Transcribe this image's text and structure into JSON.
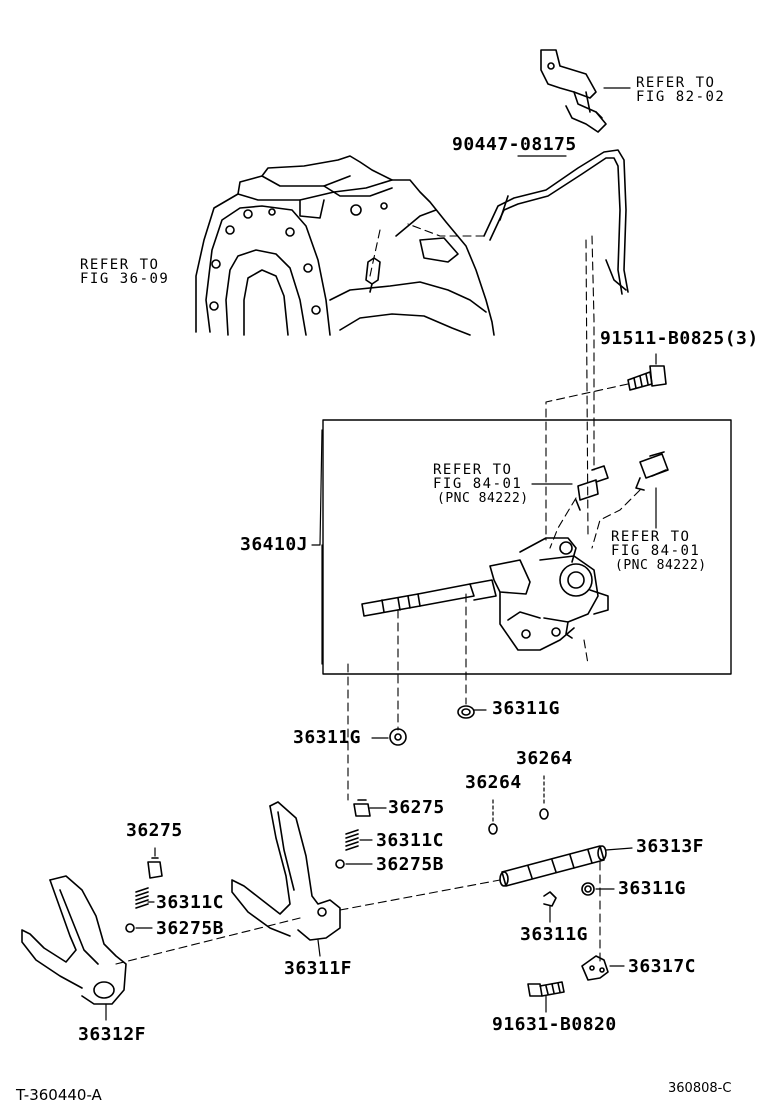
{
  "diagram": {
    "page_id": "T-360440-A",
    "image_code": "360808-C",
    "references": [
      {
        "line1": "REFER TO",
        "line2": "FIG 82-02"
      },
      {
        "line1": "REFER TO",
        "line2": "FIG 36-09"
      },
      {
        "line1": "REFER TO",
        "line2": "FIG 84-01",
        "pnc": "(PNC 84222)"
      },
      {
        "line1": "REFER TO",
        "line2": "FIG 84-01",
        "pnc": "(PNC 84222)"
      }
    ],
    "parts": [
      "90447-08175",
      "91511-B0825(3)",
      "36410J",
      "36311G",
      "36311G",
      "36275",
      "36311C",
      "36275B",
      "36264",
      "36264",
      "36313F",
      "36311G",
      "36275",
      "36311C",
      "36275B",
      "36311G",
      "36311F",
      "36317C",
      "91631-B0820",
      "36312F"
    ]
  }
}
